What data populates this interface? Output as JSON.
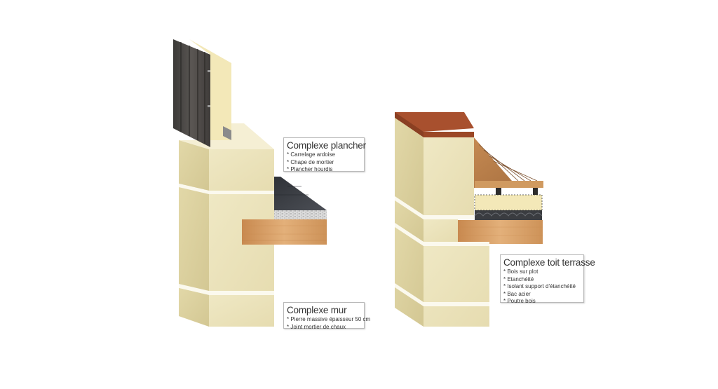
{
  "colors": {
    "stone": "#ede6bf",
    "stone_side": "#ddd3a3",
    "stone_top": "#f4eed2",
    "joint": "#fbf9ee",
    "wood": "#d9a36b",
    "slate": "#3c3f45",
    "terracotta": "#a8502e",
    "insulation": "#f3e8b8",
    "board": "#4a4744"
  },
  "labels": [
    {
      "id": "plancher",
      "title": "Complexe plancher",
      "items": [
        "* Carrelage ardoise",
        "* Chape de mortier",
        "* Plancher hourdis"
      ]
    },
    {
      "id": "mur",
      "title": "Complexe mur",
      "items": [
        "* Pierre massive épaisseur 50 cm",
        "* Joint mortier de chaux"
      ]
    },
    {
      "id": "toit",
      "title": "Complexe toit terrasse",
      "items": [
        "* Bois sur plot",
        "* Etanchéité",
        "* Isolant support d'étanchéité",
        "* Bac acier",
        "* Poutre bois"
      ]
    }
  ]
}
